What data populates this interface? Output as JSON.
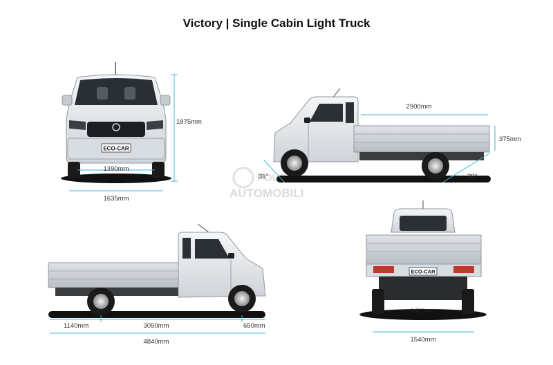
{
  "title": "Victory | Single Cabin Light Truck",
  "front": {
    "plate": "ECO-CAR",
    "track": "1390mm",
    "width": "1635mm",
    "height": "1875mm"
  },
  "side_right": {
    "cargo_length": "2900mm",
    "box_height": "375mm",
    "approach_angle": "31°",
    "departure_angle": "28°"
  },
  "side_left": {
    "rear_overhang": "1140mm",
    "wheelbase": "3050mm",
    "front_overhang": "650mm",
    "total_length": "4840mm"
  },
  "rear": {
    "plate": "ECO-CAR",
    "rear_track": "1425mm",
    "width": "1540mm"
  },
  "watermark": {
    "line1": "POLOVNI",
    "line2": "AUTOMOBILI"
  },
  "colors": {
    "dimension_line": "#3fb7d2",
    "body": "#e9ecef",
    "shadow": "#111111"
  }
}
